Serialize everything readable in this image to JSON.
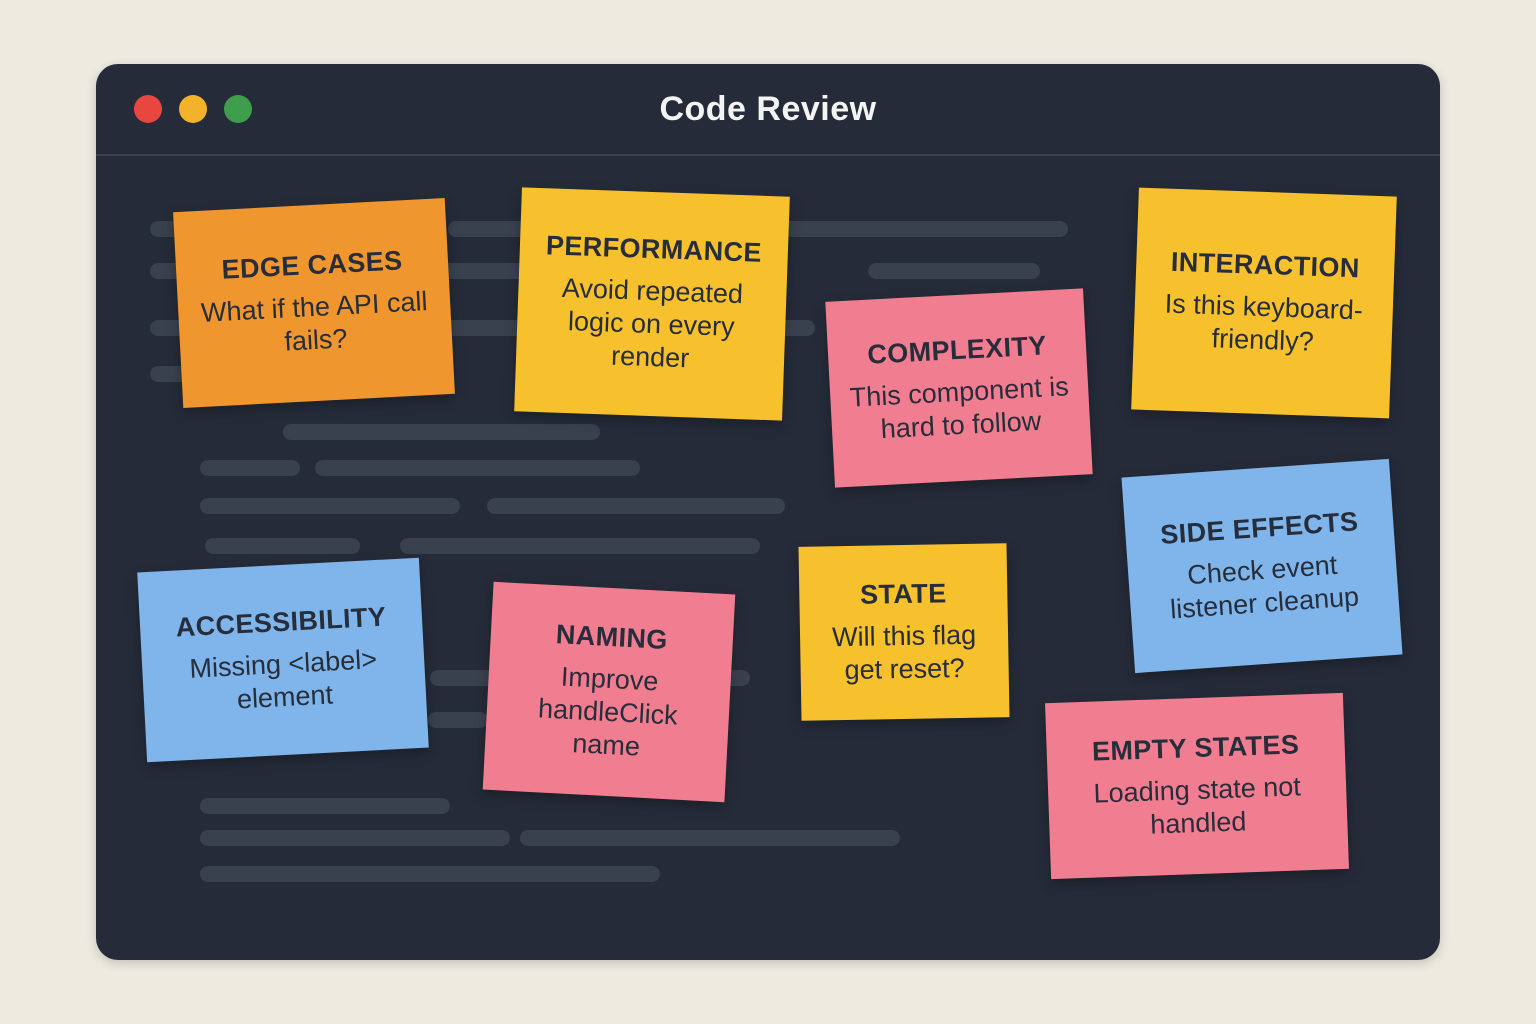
{
  "window": {
    "title": "Code Review",
    "background_color": "#252B38",
    "divider_color": "#3A4150",
    "traffic_lights": [
      {
        "name": "close",
        "color": "#E8463E"
      },
      {
        "name": "minimize",
        "color": "#F2B32B"
      },
      {
        "name": "zoom",
        "color": "#3E9E4C"
      }
    ]
  },
  "code_placeholder_color": "#39414F",
  "note_colors": {
    "orange": "#F0962E",
    "yellow": "#F7C12D",
    "pink": "#F17E90",
    "blue": "#7FB5EA"
  },
  "notes": [
    {
      "title": "EDGE CASES",
      "body": "What if the API call fails?",
      "color": "#F0962E"
    },
    {
      "title": "PERFORMANCE",
      "body": "Avoid repeated logic on every render",
      "color": "#F7C12D"
    },
    {
      "title": "COMPLEXITY",
      "body": "This component is hard to follow",
      "color": "#F17E90"
    },
    {
      "title": "INTERACTION",
      "body": "Is this keyboard-friendly?",
      "color": "#F7C12D"
    },
    {
      "title": "SIDE EFFECTS",
      "body": "Check event listener cleanup",
      "color": "#7FB5EA"
    },
    {
      "title": "ACCESSIBILITY",
      "body": "Missing <label> element",
      "color": "#7FB5EA"
    },
    {
      "title": "NAMING",
      "body": "Improve handleClick name",
      "color": "#F17E90"
    },
    {
      "title": "STATE",
      "body": "Will this flag get reset?",
      "color": "#F7C12D"
    },
    {
      "title": "EMPTY STATES",
      "body": "Loading state not handled",
      "color": "#F17E90"
    }
  ]
}
